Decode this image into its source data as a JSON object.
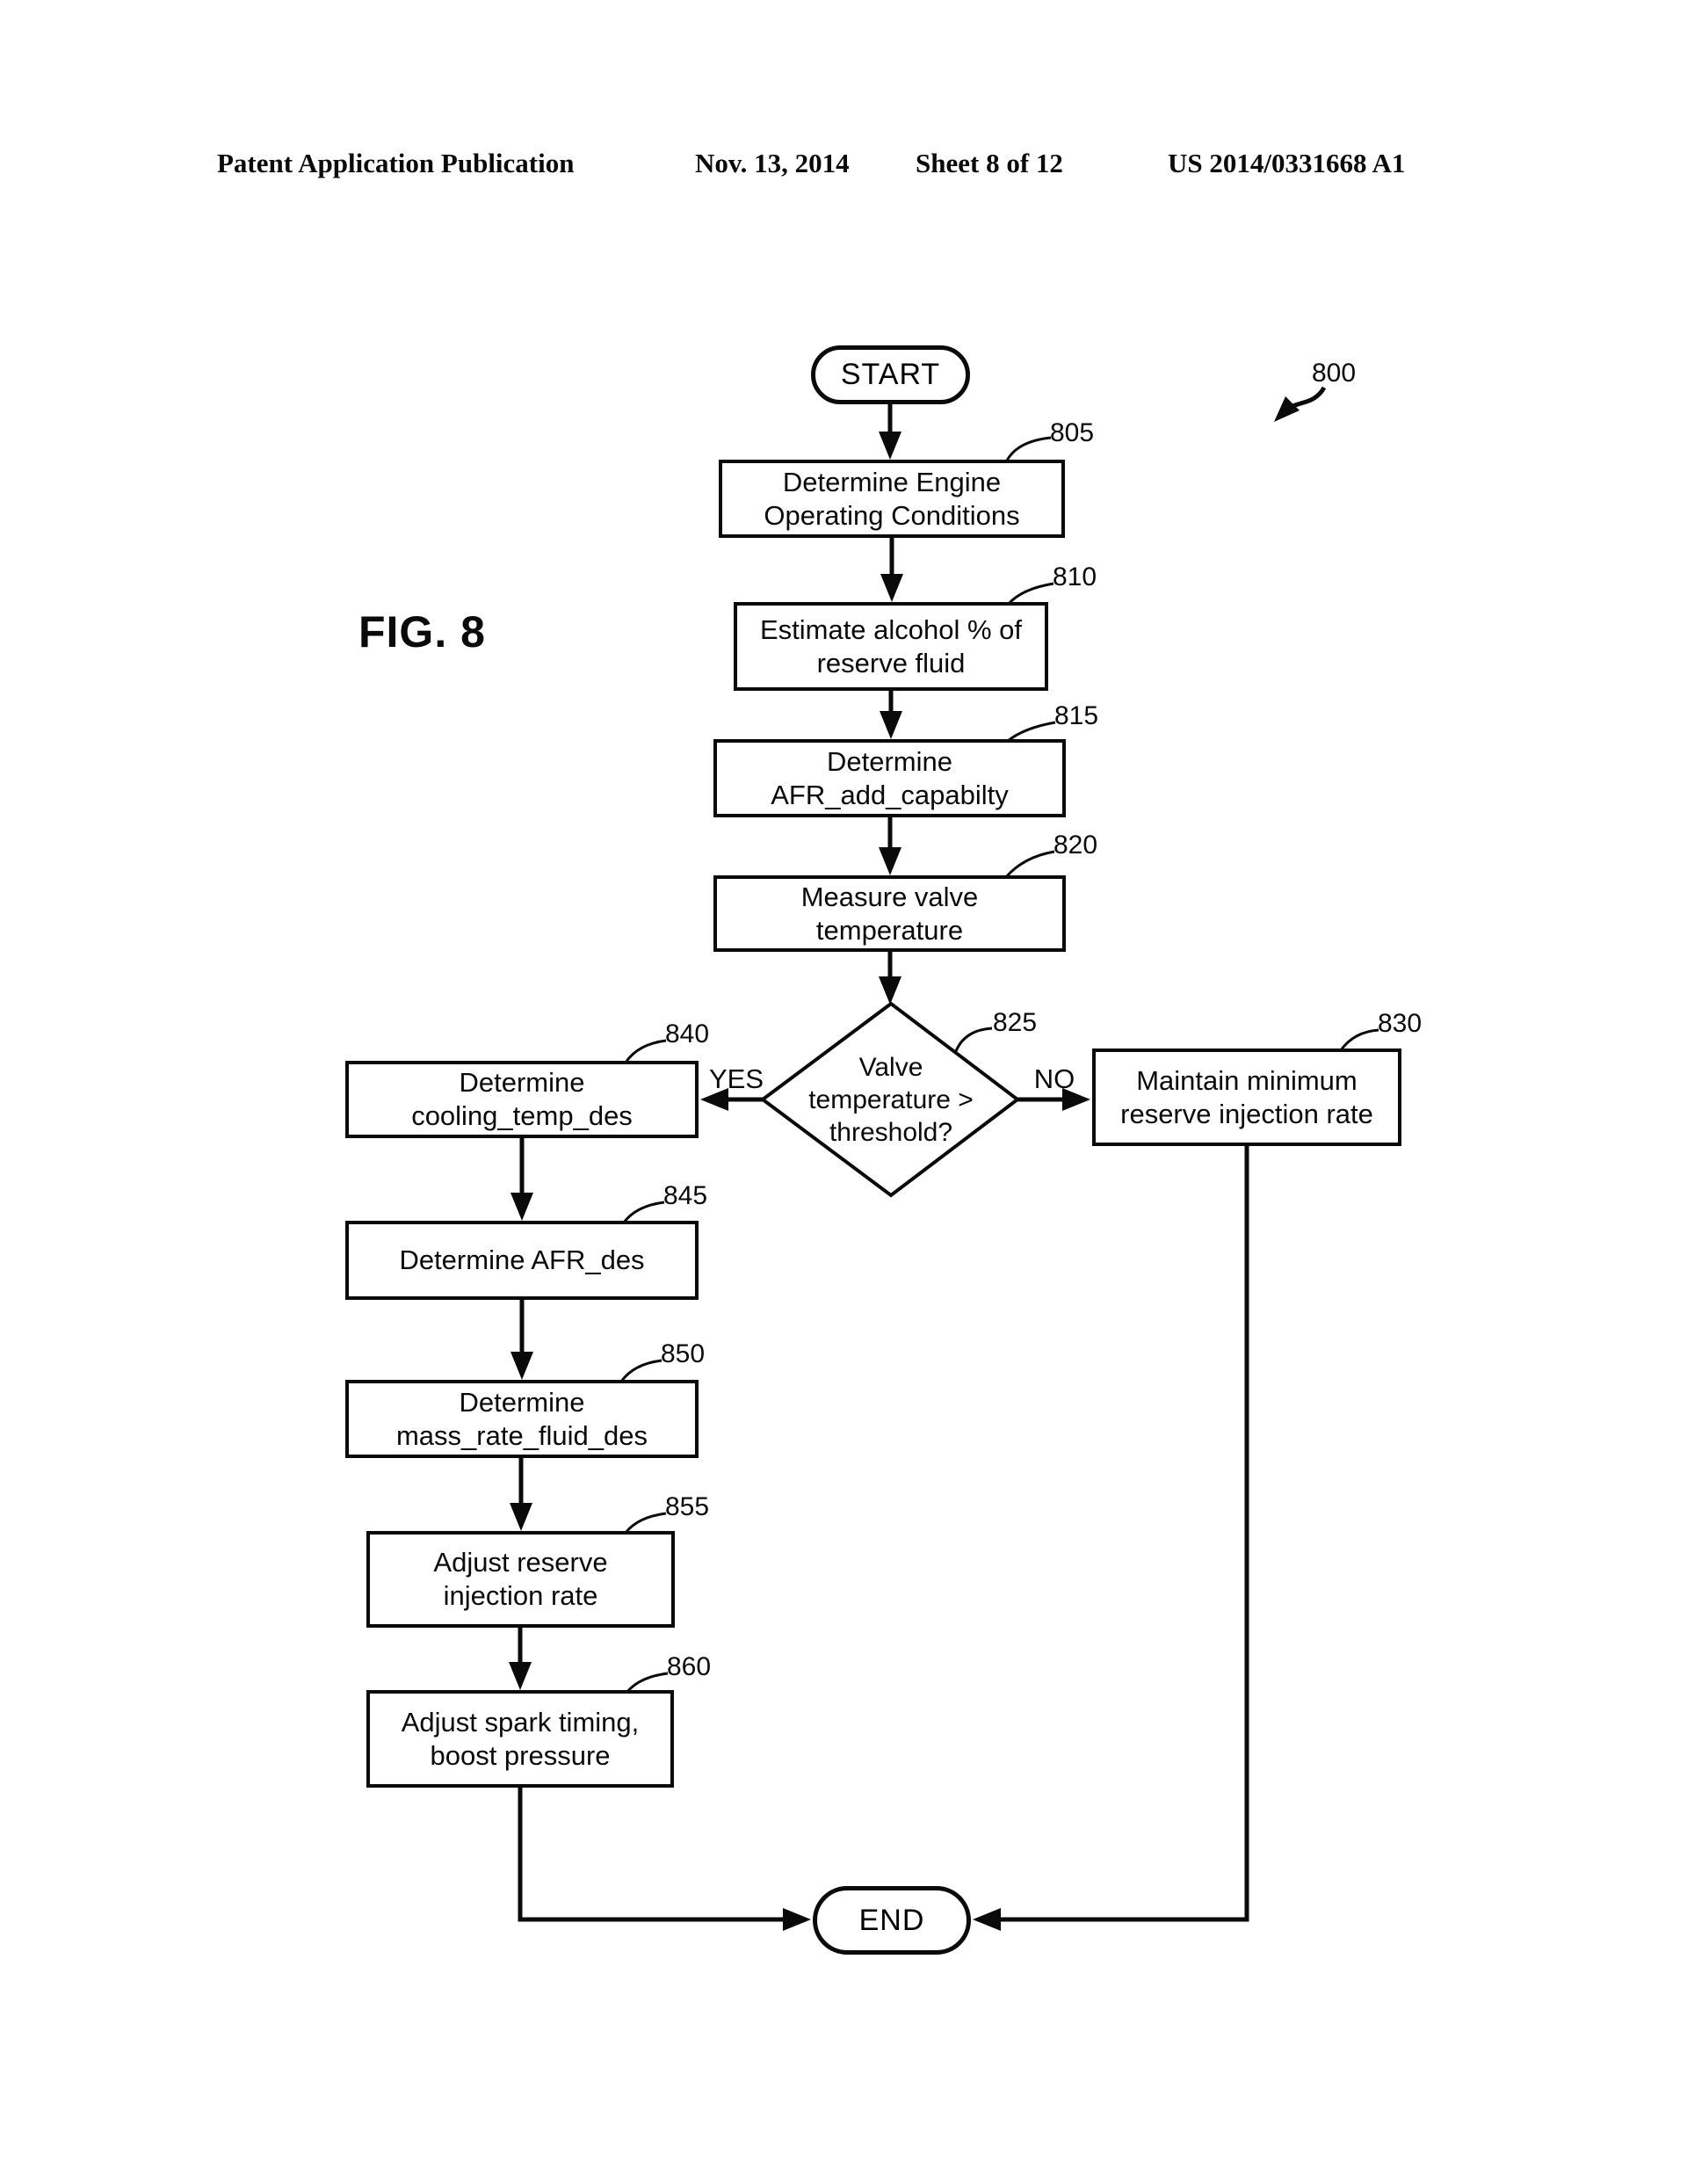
{
  "header": {
    "publication": "Patent Application Publication",
    "date": "Nov. 13, 2014",
    "sheet": "Sheet 8 of 12",
    "patent_number": "US 2014/0331668 A1"
  },
  "figure_label": "FIG. 8",
  "diagram_ref": "800",
  "terminals": {
    "start": "START",
    "end": "END"
  },
  "branch_labels": {
    "yes": "YES",
    "no": "NO"
  },
  "steps": {
    "s805": {
      "ref": "805",
      "text": "Determine Engine\nOperating Conditions"
    },
    "s810": {
      "ref": "810",
      "text": "Estimate alcohol % of\nreserve fluid"
    },
    "s815": {
      "ref": "815",
      "text": "Determine\nAFR_add_capabilty"
    },
    "s820": {
      "ref": "820",
      "text": "Measure valve\ntemperature"
    },
    "s825": {
      "ref": "825",
      "text": "Valve\ntemperature >\nthreshold?"
    },
    "s830": {
      "ref": "830",
      "text": "Maintain minimum\nreserve injection rate"
    },
    "s840": {
      "ref": "840",
      "text": "Determine\ncooling_temp_des"
    },
    "s845": {
      "ref": "845",
      "text": "Determine AFR_des"
    },
    "s850": {
      "ref": "850",
      "text": "Determine\nmass_rate_fluid_des"
    },
    "s855": {
      "ref": "855",
      "text": "Adjust reserve\ninjection rate"
    },
    "s860": {
      "ref": "860",
      "text": "Adjust spark timing,\nboost pressure"
    }
  }
}
